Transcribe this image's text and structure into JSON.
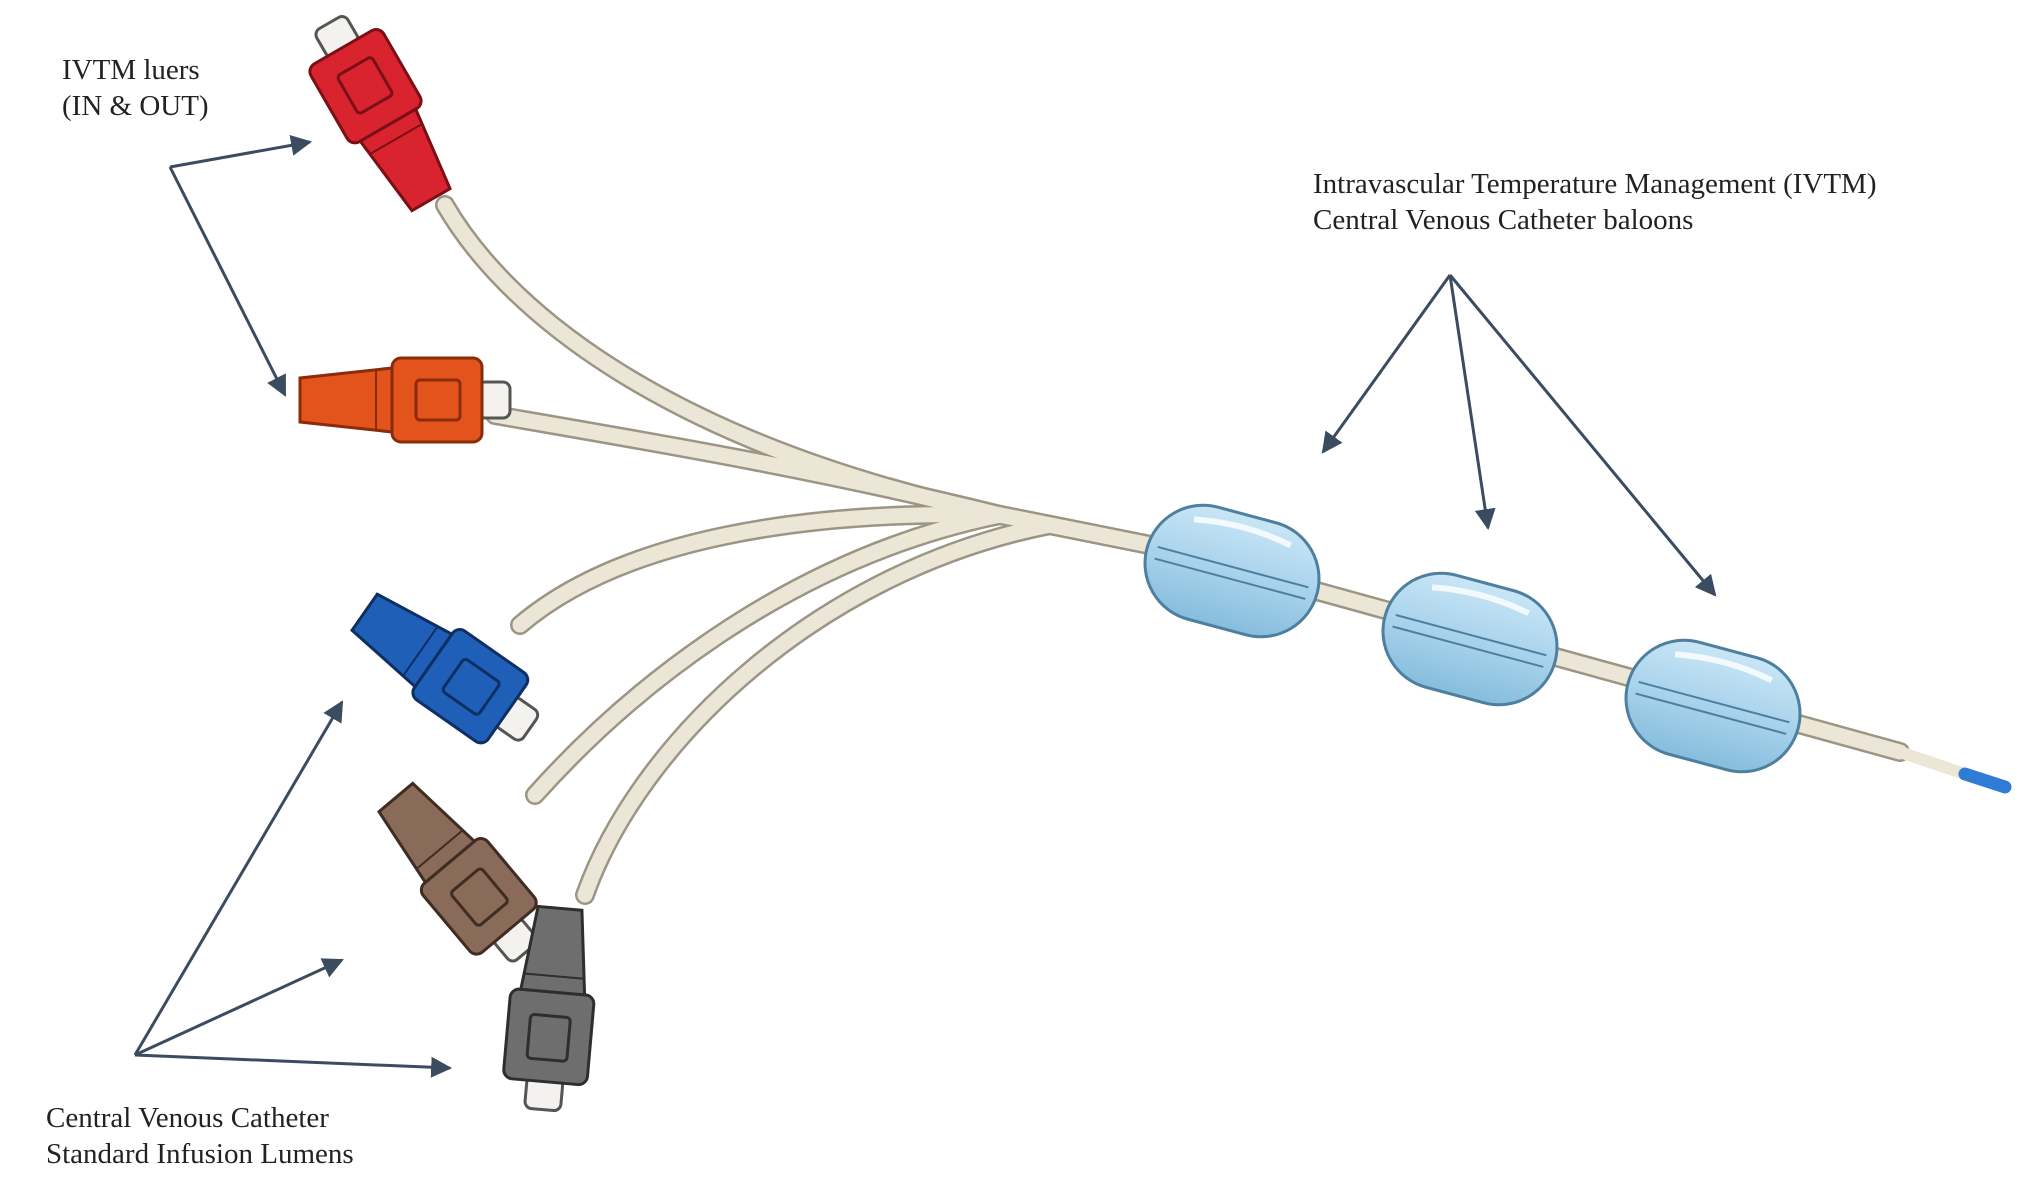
{
  "labels": {
    "ivtm_luers": {
      "line1": "IVTM luers",
      "line2": "(IN & OUT)"
    },
    "ivtm_balloons": {
      "line1": "Intravascular Temperature Management (IVTM)",
      "line2": "Central Venous Catheter baloons"
    },
    "cvc_lumens": {
      "line1": "Central Venous Catheter",
      "line2": "Standard Infusion Lumens"
    }
  },
  "colors": {
    "luer_red": "#d9232e",
    "luer_orange": "#e3541c",
    "luer_blue": "#1f5fb8",
    "luer_brown": "#8a6a58",
    "luer_gray": "#6e6e6e",
    "tube": "#ece6d6",
    "tube_edge": "#9c9484",
    "balloon_fill": "#a9d3ec",
    "balloon_edge": "#4d7f9f",
    "arrow": "#3b4b60",
    "tip": "#2f7bd6"
  },
  "icons": {
    "luers": [
      "red-luer-icon",
      "orange-luer-icon",
      "blue-luer-icon",
      "brown-luer-icon",
      "gray-luer-icon"
    ],
    "balloons": [
      "balloon-icon",
      "balloon-icon",
      "balloon-icon"
    ]
  }
}
